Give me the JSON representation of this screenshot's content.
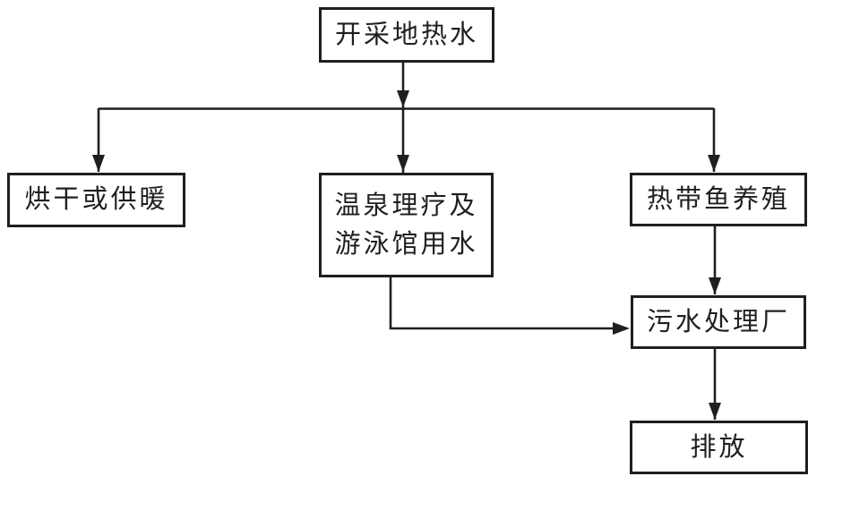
{
  "diagram": {
    "type": "flowchart",
    "subject": "geothermal-water-utilization",
    "nodes": {
      "source": "开采地热水",
      "drying": "烘干或供暖",
      "spa_line1": "温泉理疗及",
      "spa_line2": "游泳馆用水",
      "fish": "热带鱼养殖",
      "treatment": "污水处理厂",
      "discharge": "排放"
    },
    "edges": [
      {
        "from": "source",
        "to": "drying"
      },
      {
        "from": "source",
        "to": "spa"
      },
      {
        "from": "source",
        "to": "fish"
      },
      {
        "from": "spa",
        "to": "treatment"
      },
      {
        "from": "fish",
        "to": "treatment"
      },
      {
        "from": "treatment",
        "to": "discharge"
      }
    ],
    "colors": {
      "ink": "#1f1f1f",
      "background": "#ffffff",
      "box_fill": "#ffffff"
    }
  }
}
